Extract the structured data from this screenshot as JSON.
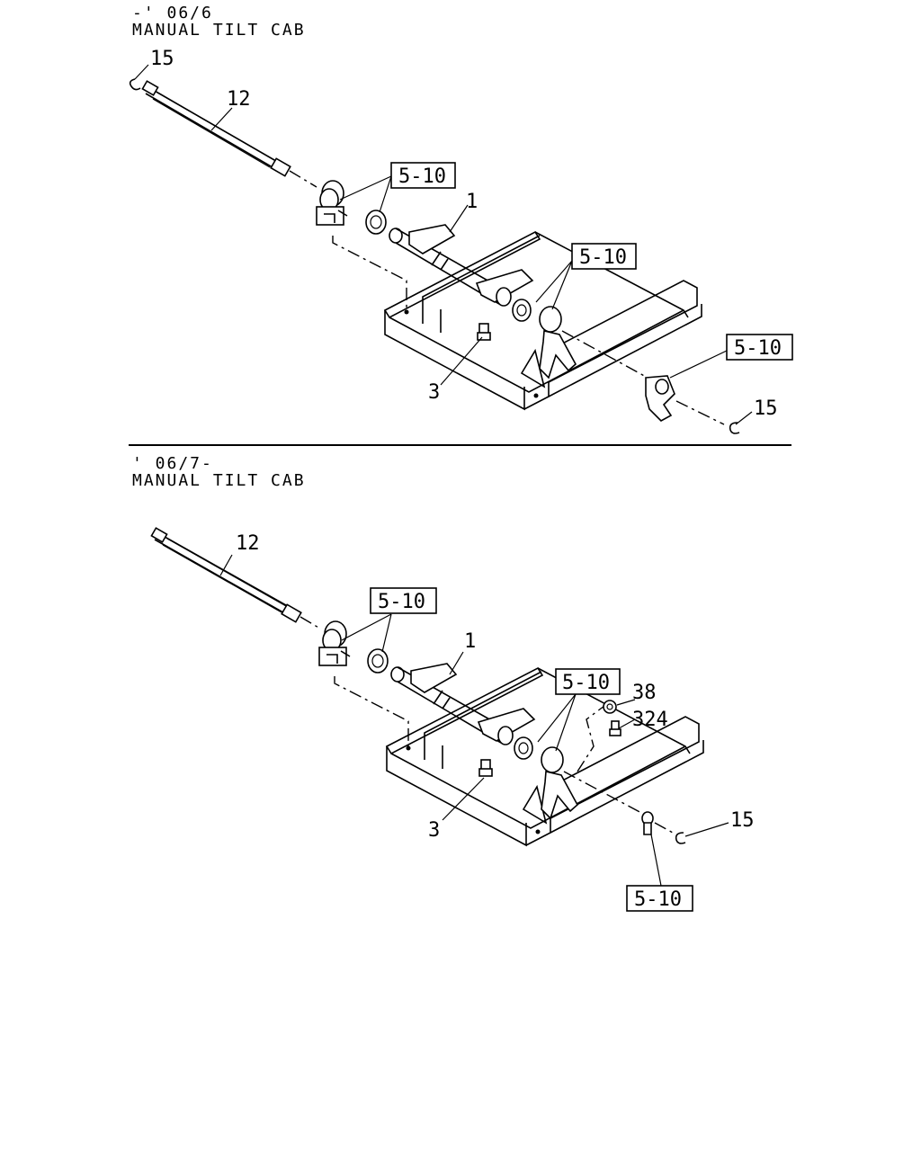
{
  "sections": [
    {
      "period": "-' 06/6",
      "title": "MANUAL TILT CAB",
      "callouts": [
        "15",
        "12",
        "5-10",
        "1",
        "5-10",
        "5-10",
        "3",
        "15"
      ]
    },
    {
      "period": "' 06/7-",
      "title": "MANUAL TILT CAB",
      "callouts": [
        "12",
        "5-10",
        "1",
        "5-10",
        "38",
        "324",
        "15",
        "3",
        "5-10"
      ]
    }
  ]
}
